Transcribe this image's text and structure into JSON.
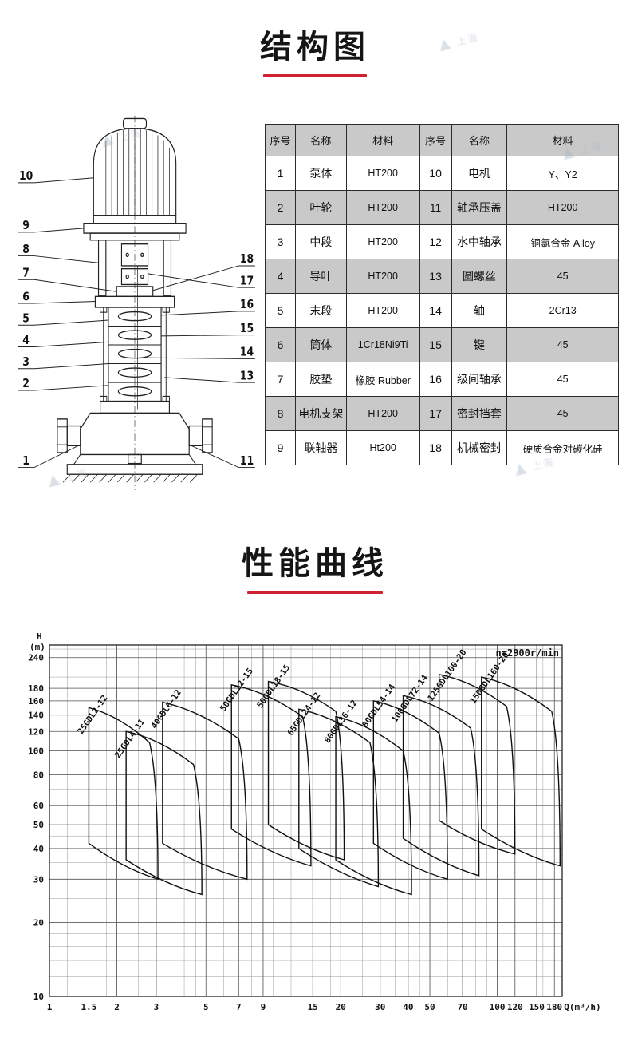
{
  "watermark": {
    "symbol": "▲",
    "text": "上海"
  },
  "sections": {
    "structure": {
      "title": "结构图"
    },
    "performance": {
      "title": "性能曲线"
    }
  },
  "parts_table": {
    "headers": [
      "序号",
      "名称",
      "材料"
    ],
    "left_rows": [
      {
        "no": "1",
        "name": "泵体",
        "material": "HT200"
      },
      {
        "no": "2",
        "name": "叶轮",
        "material": "HT200"
      },
      {
        "no": "3",
        "name": "中段",
        "material": "HT200"
      },
      {
        "no": "4",
        "name": "导叶",
        "material": "HT200"
      },
      {
        "no": "5",
        "name": "末段",
        "material": "HT200"
      },
      {
        "no": "6",
        "name": "筒体",
        "material": "1Cr18Ni9Ti"
      },
      {
        "no": "7",
        "name": "胶垫",
        "material": "橡胶 Rubber"
      },
      {
        "no": "8",
        "name": "电机支架",
        "material": "HT200"
      },
      {
        "no": "9",
        "name": "联轴器",
        "material": "Ht200"
      }
    ],
    "right_rows": [
      {
        "no": "10",
        "name": "电机",
        "material": "Y、Y2"
      },
      {
        "no": "11",
        "name": "轴承压盖",
        "material": "HT200"
      },
      {
        "no": "12",
        "name": "水中轴承",
        "material": "铜氯合金 Alloy"
      },
      {
        "no": "13",
        "name": "圆螺丝",
        "material": "45"
      },
      {
        "no": "14",
        "name": "轴",
        "material": "2Cr13"
      },
      {
        "no": "15",
        "name": "键",
        "material": "45"
      },
      {
        "no": "16",
        "name": "级间轴承",
        "material": "45"
      },
      {
        "no": "17",
        "name": "密封挡套",
        "material": "45"
      },
      {
        "no": "18",
        "name": "机械密封",
        "material": "硬质合金对碳化硅"
      }
    ]
  },
  "diagram": {
    "callouts_left": [
      "10",
      "9",
      "8",
      "7",
      "6",
      "5",
      "4",
      "3",
      "2",
      "1"
    ],
    "callouts_right": [
      "18",
      "17",
      "16",
      "15",
      "14",
      "13",
      "11"
    ]
  },
  "chart_data": {
    "type": "area",
    "title": "",
    "annotation": "n=2900r/min",
    "xlabel": "Q(m³/h)",
    "ylabel": "H(m)",
    "x_scale": "log",
    "y_scale": "log",
    "xlim": [
      1,
      195
    ],
    "ylim": [
      10,
      270
    ],
    "x_ticks": [
      1,
      1.5,
      2,
      3,
      5,
      7,
      9,
      15,
      20,
      30,
      40,
      50,
      70,
      100,
      120,
      150,
      180
    ],
    "y_ticks": [
      10,
      20,
      30,
      40,
      50,
      60,
      80,
      100,
      120,
      140,
      160,
      180,
      240
    ],
    "grid": true,
    "legend_position": "none",
    "series": [
      {
        "name": "25GDL2-12",
        "q": [
          1.5,
          2.8
        ],
        "h_top": [
          150,
          108
        ],
        "h_bottom": [
          42,
          30
        ]
      },
      {
        "name": "25GDL4-11",
        "q": [
          2.2,
          4.4
        ],
        "h_top": [
          120,
          88
        ],
        "h_bottom": [
          36,
          26
        ]
      },
      {
        "name": "40GDL6-12",
        "q": [
          3.2,
          7.0
        ],
        "h_top": [
          158,
          112
        ],
        "h_bottom": [
          42,
          30
        ]
      },
      {
        "name": "50GDL12-15",
        "q": [
          6.5,
          13.5
        ],
        "h_top": [
          186,
          138
        ],
        "h_bottom": [
          48,
          34
        ]
      },
      {
        "name": "50GDL18-15",
        "q": [
          9.5,
          19
        ],
        "h_top": [
          192,
          145
        ],
        "h_bottom": [
          50,
          36
        ]
      },
      {
        "name": "65GDL24-12",
        "q": [
          13,
          27
        ],
        "h_top": [
          148,
          108
        ],
        "h_bottom": [
          40,
          28
        ]
      },
      {
        "name": "80GDL36-12",
        "q": [
          19,
          38
        ],
        "h_top": [
          138,
          100
        ],
        "h_bottom": [
          36,
          26
        ]
      },
      {
        "name": "80GDL54-14",
        "q": [
          28,
          55
        ],
        "h_top": [
          160,
          118
        ],
        "h_bottom": [
          42,
          30
        ]
      },
      {
        "name": "100GDL72-14",
        "q": [
          38,
          76
        ],
        "h_top": [
          168,
          124
        ],
        "h_bottom": [
          44,
          31
        ]
      },
      {
        "name": "125GDL100-20",
        "q": [
          55,
          110
        ],
        "h_top": [
          205,
          152
        ],
        "h_bottom": [
          52,
          38
        ]
      },
      {
        "name": "150GDL160-20",
        "q": [
          85,
          175
        ],
        "h_top": [
          200,
          145
        ],
        "h_bottom": [
          48,
          34
        ]
      }
    ]
  }
}
